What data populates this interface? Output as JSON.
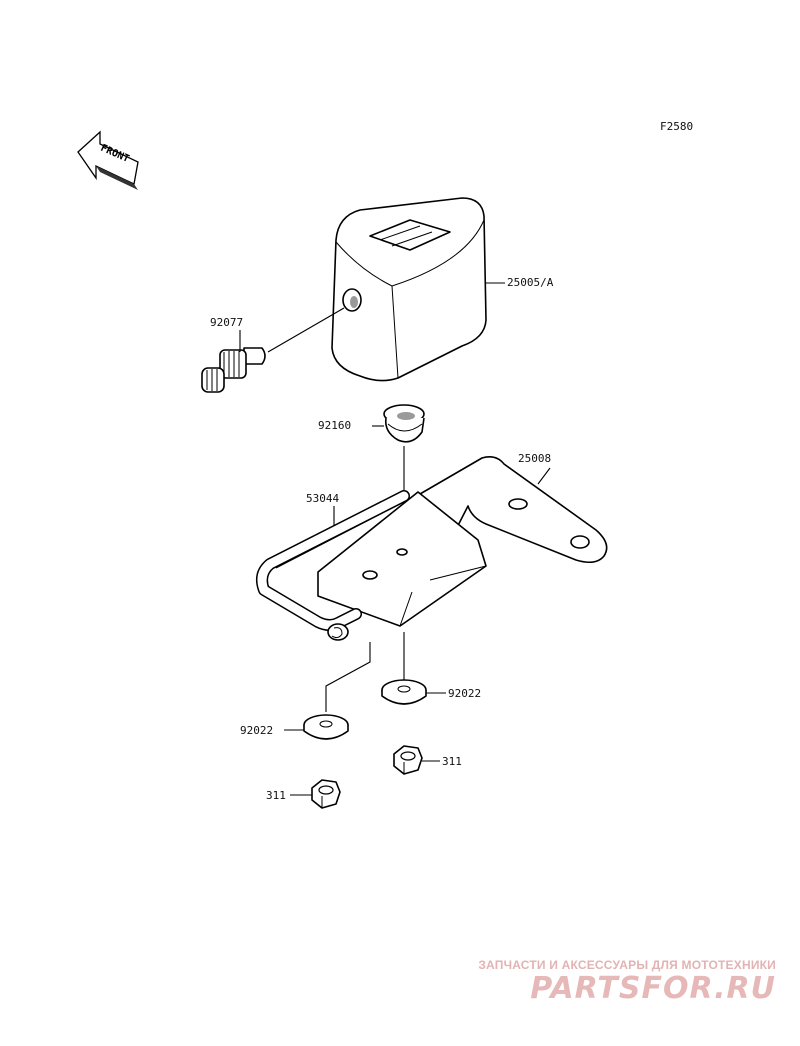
{
  "figure_code": "F2580",
  "front_label": "FRONT",
  "parts": [
    {
      "id": "25005/A"
    },
    {
      "id": "92077"
    },
    {
      "id": "92160"
    },
    {
      "id": "25008"
    },
    {
      "id": "53044"
    },
    {
      "id": "92022"
    },
    {
      "id": "92022"
    },
    {
      "id": "311"
    },
    {
      "id": "311"
    }
  ],
  "watermark": {
    "tagline": "ЗАПЧАСТИ И АКСЕССУАРЫ ДЛЯ МОТОТЕХНИКИ",
    "logo": "PARTSFOR.RU"
  }
}
